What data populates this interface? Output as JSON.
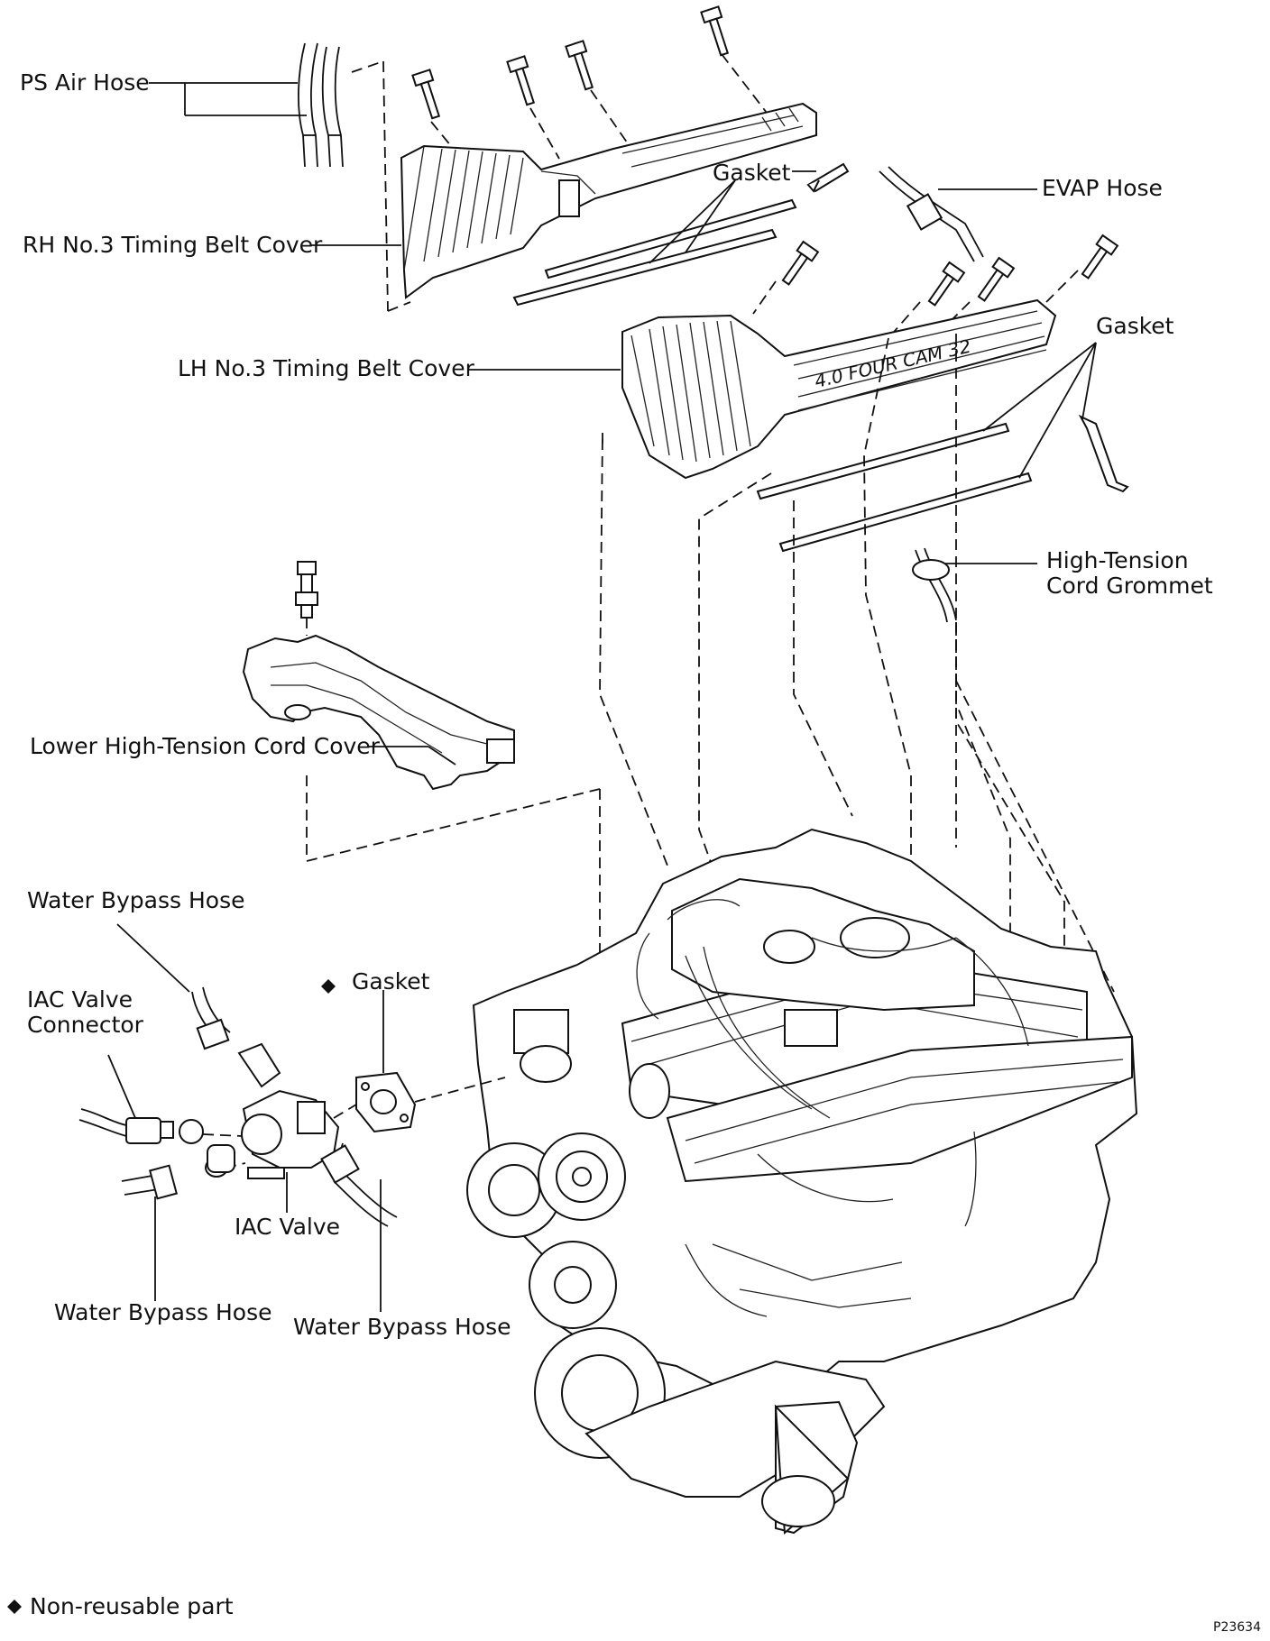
{
  "labels": {
    "ps_air_hose": "PS Air Hose",
    "rh_timing_belt_cover": "RH No.3 Timing Belt Cover",
    "gasket_top": "Gasket",
    "evap_hose": "EVAP Hose",
    "lh_timing_belt_cover": "LH No.3 Timing Belt Cover",
    "gasket_right": "Gasket",
    "ht_cord_grommet_1": "High-Tension",
    "ht_cord_grommet_2": "Cord Grommet",
    "lower_ht_cord_cover": "Lower High-Tension Cord Cover",
    "water_bypass_hose_top": "Water Bypass Hose",
    "iac_valve_connector_1": "IAC Valve",
    "iac_valve_connector_2": "Connector",
    "gasket_iac": "Gasket",
    "iac_valve": "IAC Valve",
    "water_bypass_hose_left": "Water Bypass Hose",
    "water_bypass_hose_right": "Water Bypass Hose",
    "cover_embossing": "4.0 FOUR CAM 32"
  },
  "legend": {
    "symbol": "◆",
    "text": "Non-reusable part"
  },
  "figure_code": "P23634"
}
